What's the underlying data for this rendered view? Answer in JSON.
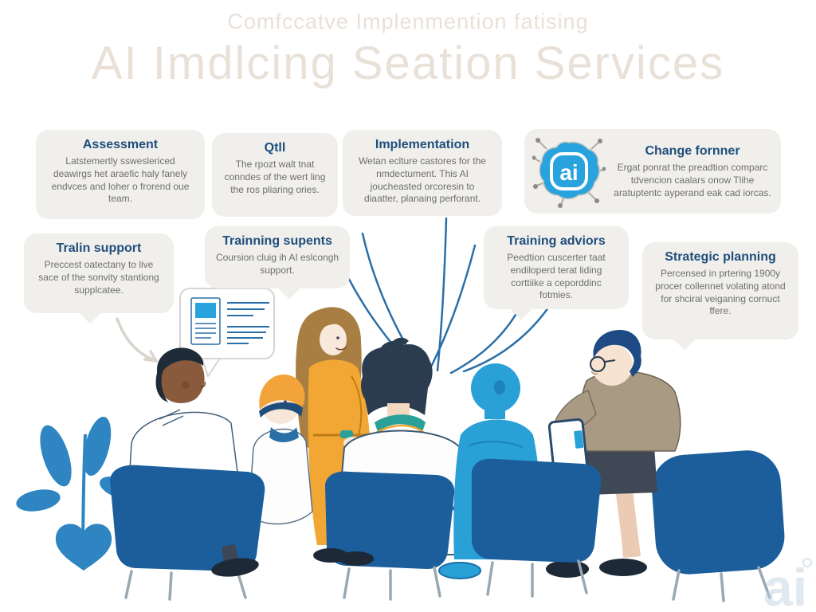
{
  "header": {
    "subtitle": "Comfccatve Implenmention fatising",
    "title": "AI Imdlcing Seation Services"
  },
  "callouts": [
    {
      "id": "assessment",
      "title": "Assessment",
      "body": "Latstemertly ssweslericed deawirgs het araefic haly fanely endvces and loher o frorend oue team."
    },
    {
      "id": "qtll",
      "title": "Qtll",
      "body": "The rpozt walt tnat conndes of the wert ling the ros pliaring ories."
    },
    {
      "id": "implementation",
      "title": "Implementation",
      "body": "Wetan eclture castores for the nmdectument. This AI joucheasted orcoresin to diaatter, planaing perforant."
    },
    {
      "id": "change-fornner",
      "title": "Change fornner",
      "body": "Ergat ponrat the preadtion comparc tdvencion caalars onow Tlihe aratuptentc ayperand eak cad iorcas.",
      "badge_label": "ai"
    },
    {
      "id": "tralin-support",
      "title": "Tralin support",
      "body": "Preccest oatectany to live sace of the sonvity stantiong supplcatee."
    },
    {
      "id": "trainning-supents",
      "title": "Trainning supents",
      "body": "Coursion cluig ih AI eslcongh support."
    },
    {
      "id": "training-adviors",
      "title": "Training adviors",
      "body": "Peedtion cuscerter taat endiloperd terat liding corttiike a ceporddinc fotmies."
    },
    {
      "id": "strategic-planning",
      "title": "Strategic planning",
      "body": "Percensed in prtering 1900y procer collennet volating atond for shciral veiganing cornuct ffere."
    }
  ],
  "watermark": {
    "label": "ai"
  },
  "icons": {
    "ai_chip": "ai-chip-icon",
    "document_bubble": "document-speech-bubble-icon",
    "curved_arrow": "curved-arrow-icon",
    "plant": "plant-icon"
  },
  "colors": {
    "accent_blue": "#2a6fa8",
    "chair_blue": "#1b5e9b",
    "silhouette_blue": "#29a0d6",
    "plant_blue": "#2e85c2",
    "dress_orange": "#f2a735",
    "callout_bg": "#f0efeb",
    "title_navy": "#1f4e7c",
    "body_gray": "#6e6e6e",
    "faint_heading": "#e9e1d8",
    "ai_badge_cyan": "#29a3dd"
  }
}
